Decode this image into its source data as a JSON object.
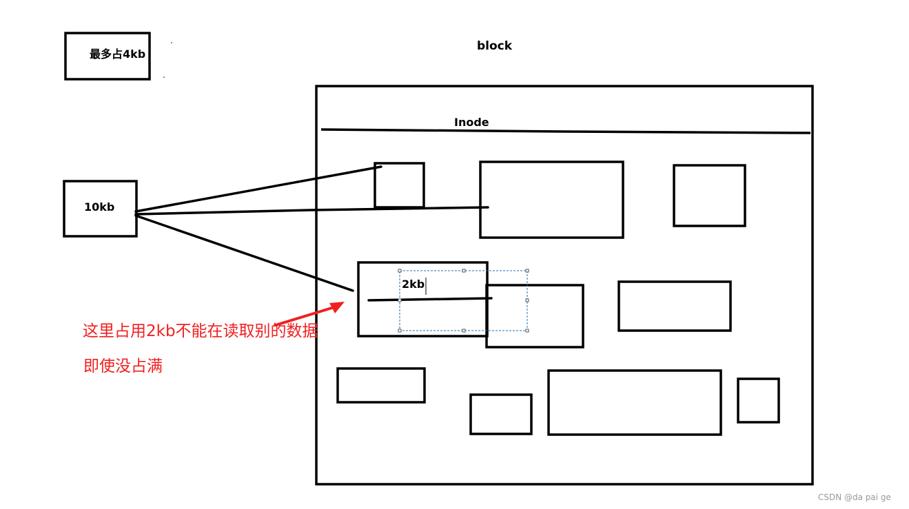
{
  "labels": {
    "max_size": "最多占4kb",
    "block": "block",
    "inode": "Inode",
    "file_size": "10kb",
    "used": "2kb"
  },
  "annotation": {
    "line1": "这里占用2kb不能在读取别的数据",
    "line2": "即使没占满"
  },
  "watermark": "CSDN @da pai ge",
  "colors": {
    "stroke": "#000000",
    "annotation": "#f02020",
    "selection": "#1f6fb0"
  }
}
